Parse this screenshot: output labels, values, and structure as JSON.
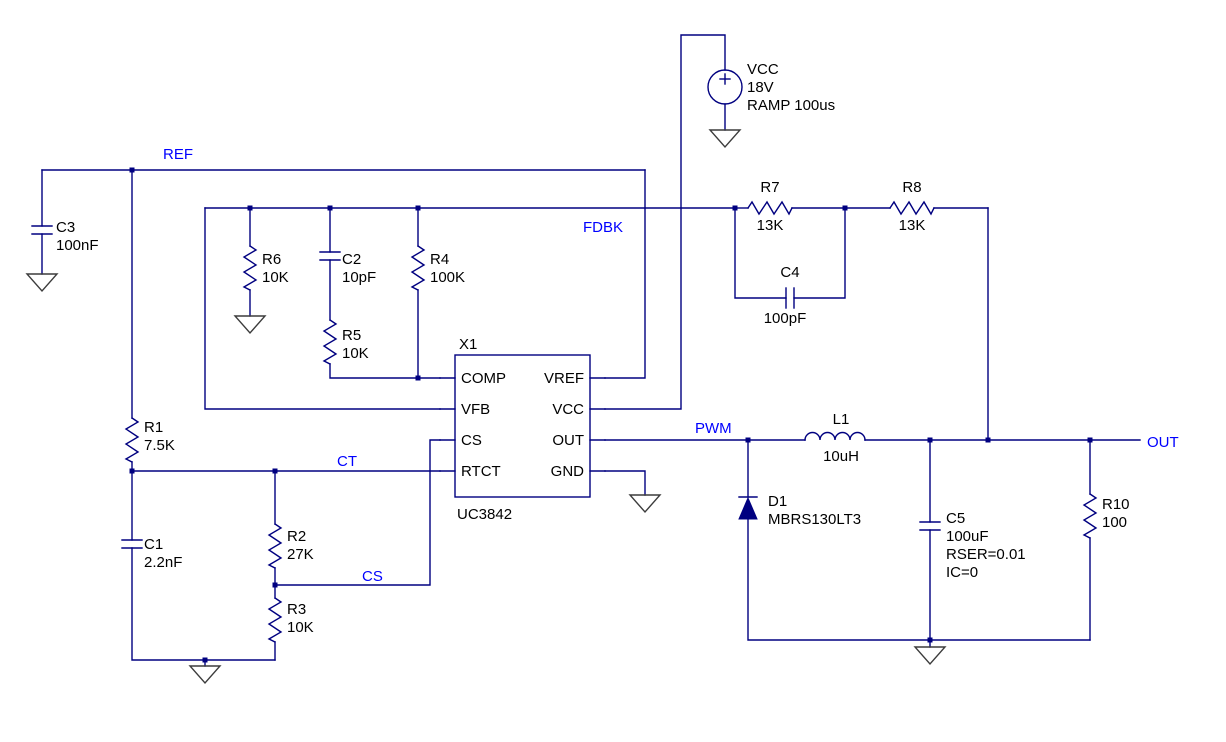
{
  "colors": {
    "background": "#ffffff",
    "wire": "#000080",
    "ground": "#3c3c3c",
    "text": "#000000",
    "net_label": "#0000ff"
  },
  "net_labels": {
    "ref": "REF",
    "fdbk": "FDBK",
    "ct": "CT",
    "cs": "CS",
    "pwm": "PWM",
    "out": "OUT"
  },
  "components": {
    "x1": {
      "name": "X1",
      "part": "UC3842",
      "pins_left": [
        "COMP",
        "VFB",
        "CS",
        "RTCT"
      ],
      "pins_right": [
        "VREF",
        "VCC",
        "OUT",
        "GND"
      ]
    },
    "vcc_source": {
      "name": "VCC",
      "value": "18V",
      "note": "RAMP 100us"
    },
    "c1": {
      "name": "C1",
      "value": "2.2nF"
    },
    "c2": {
      "name": "C2",
      "value": "10pF"
    },
    "c3": {
      "name": "C3",
      "value": "100nF"
    },
    "c4": {
      "name": "C4",
      "value": "100pF"
    },
    "c5": {
      "name": "C5",
      "value": "100uF",
      "rser": "RSER=0.01",
      "ic": "IC=0"
    },
    "r1": {
      "name": "R1",
      "value": "7.5K"
    },
    "r2": {
      "name": "R2",
      "value": "27K"
    },
    "r3": {
      "name": "R3",
      "value": "10K"
    },
    "r4": {
      "name": "R4",
      "value": "100K"
    },
    "r5": {
      "name": "R5",
      "value": "10K"
    },
    "r6": {
      "name": "R6",
      "value": "10K"
    },
    "r7": {
      "name": "R7",
      "value": "13K"
    },
    "r8": {
      "name": "R8",
      "value": "13K"
    },
    "r10": {
      "name": "R10",
      "value": "100"
    },
    "l1": {
      "name": "L1",
      "value": "10uH"
    },
    "d1": {
      "name": "D1",
      "value": "MBRS130LT3"
    }
  }
}
